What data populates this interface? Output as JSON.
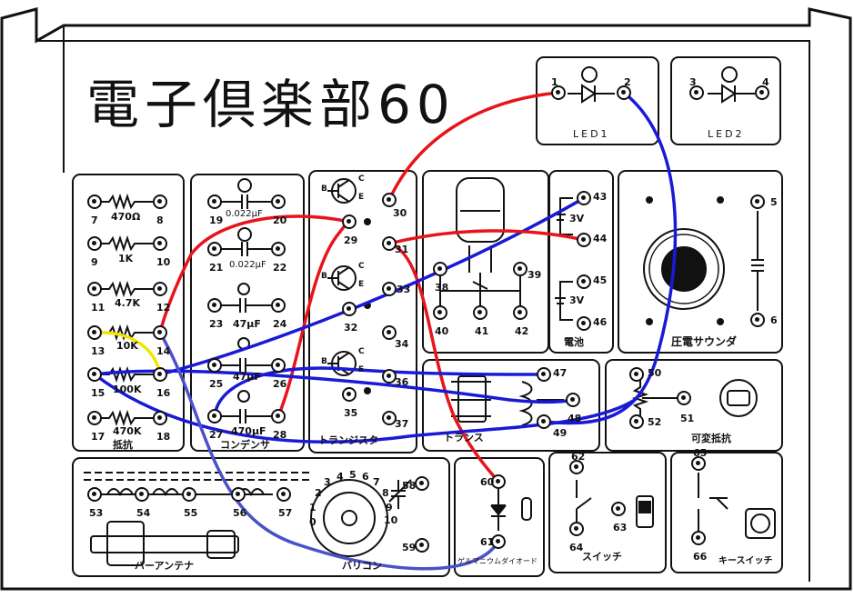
{
  "title": "電子倶楽部60",
  "sections": {
    "led1": "LED1",
    "led2": "LED2",
    "resistor": "抵抗",
    "capacitor": "コンデンサ",
    "transistor": "トランジスタ",
    "transformer": "トランス",
    "battery": "電池",
    "buzzer": "圧電サウンダ",
    "variable_resistor": "可変抵抗",
    "bar_antenna": "バーアンテナ",
    "varicon": "バリコン",
    "diode": "ゲルマニウムダイオード",
    "switch": "スイッチ",
    "key_switch": "キースイッチ"
  },
  "values": {
    "r1": "470Ω",
    "r2": "1K",
    "r3": "4.7K",
    "r4": "10K",
    "r5": "100K",
    "r6": "470K",
    "c1": "0.022μF",
    "c2": "0.022μF",
    "c3": "47μF",
    "c4": "47μF",
    "c5": "470μF",
    "b1": "3V",
    "b2": "3V"
  },
  "transistor_pins": {
    "b": "B",
    "c": "C",
    "e": "E"
  },
  "terminals": [
    "1",
    "2",
    "3",
    "4",
    "5",
    "6",
    "7",
    "8",
    "9",
    "10",
    "11",
    "12",
    "13",
    "14",
    "15",
    "16",
    "17",
    "18",
    "19",
    "20",
    "21",
    "22",
    "23",
    "24",
    "25",
    "26",
    "27",
    "28",
    "29",
    "30",
    "31",
    "32",
    "33",
    "34",
    "35",
    "36",
    "37",
    "38",
    "39",
    "40",
    "41",
    "42",
    "43",
    "44",
    "45",
    "46",
    "47",
    "48",
    "49",
    "50",
    "51",
    "52",
    "53",
    "54",
    "55",
    "56",
    "57",
    "58",
    "59",
    "60",
    "61",
    "62",
    "63",
    "64",
    "65",
    "66"
  ],
  "varicon_scale": [
    "0",
    "1",
    "2",
    "3",
    "4",
    "5",
    "6",
    "7",
    "8",
    "9",
    "10"
  ],
  "wires": [
    {
      "color": "#e8141c"
    },
    {
      "color": "#e8141c"
    },
    {
      "color": "#e8141c"
    },
    {
      "color": "#e8141c"
    },
    {
      "color": "#1a1ad6"
    },
    {
      "color": "#1a1ad6"
    },
    {
      "color": "#1a1ad6"
    },
    {
      "color": "#1a1ad6"
    },
    {
      "color": "#4a52c8"
    },
    {
      "color": "#f2e600"
    }
  ]
}
